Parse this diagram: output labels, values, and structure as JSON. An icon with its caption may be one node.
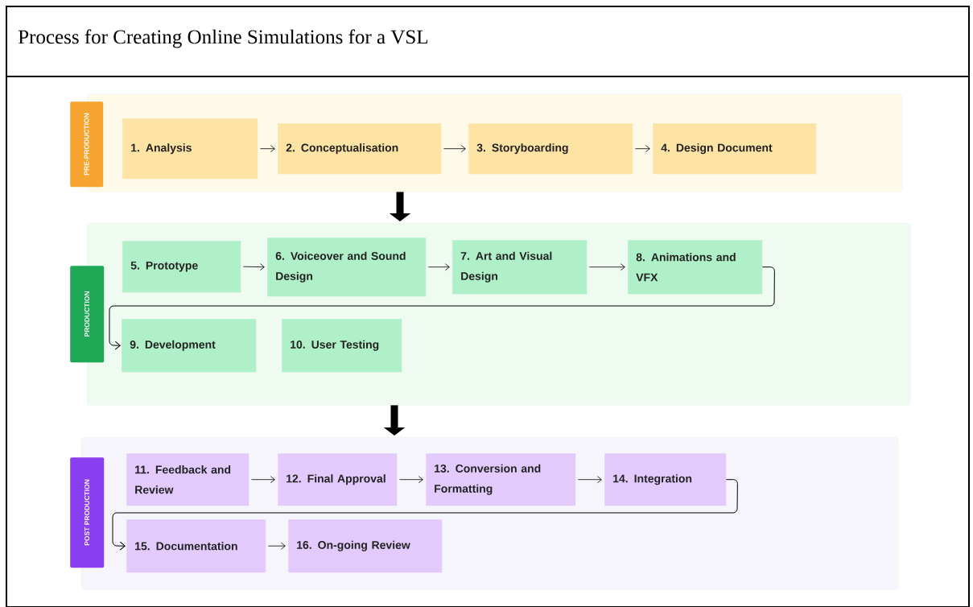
{
  "diagram": {
    "title": "Process for Creating Online Simulations for a VSL",
    "nodes": [
      {
        "text": [
          "PRE-PRODUCTION"
        ]
      },
      {
        "text": [
          "1. Analysis"
        ],
        "in": 0
      },
      {
        "text": [
          "2. Conceptualisation"
        ],
        "in": 0
      },
      {
        "text": [
          "3. Storyboarding"
        ],
        "in": 0
      },
      {
        "text": [
          "4. Design Document"
        ],
        "in": 0
      },
      {
        "text": [
          "PRODUCTION"
        ]
      },
      {
        "text": [
          "5. Prototype"
        ],
        "in": 5
      },
      {
        "text": [
          "6. Voiceover and Sound Design"
        ],
        "in": 5
      },
      {
        "text": [
          "7. Art and Visual Design"
        ],
        "in": 5
      },
      {
        "text": [
          "8. Animations and VFX"
        ],
        "in": 5
      },
      {
        "text": [
          "9. Development"
        ],
        "in": 5
      },
      {
        "text": [
          "10. User Testing"
        ],
        "in": 5
      },
      {
        "text": [
          "POST PRODUCTION"
        ]
      },
      {
        "text": [
          "11. Feedback and Review"
        ],
        "in": 12
      },
      {
        "text": [
          "12. Final Approval"
        ],
        "in": 12
      },
      {
        "text": [
          "13. Conversion and Formatting"
        ],
        "in": 12
      },
      {
        "text": [
          "14. Integration"
        ],
        "in": 12
      },
      {
        "text": [
          "15. Documentation"
        ],
        "in": 12
      },
      {
        "text": [
          "16. On-going Review"
        ],
        "in": 12
      }
    ],
    "edges": [
      {
        "from": 1,
        "to": 2,
        "arrow": "to"
      },
      {
        "from": 2,
        "to": 3,
        "arrow": "to"
      },
      {
        "from": 3,
        "to": 4,
        "arrow": "to"
      },
      {
        "from": 0,
        "to": 5,
        "arrow": "to",
        "style": "thick"
      },
      {
        "from": 6,
        "to": 7,
        "arrow": "to"
      },
      {
        "from": 7,
        "to": 8,
        "arrow": "to"
      },
      {
        "from": 8,
        "to": 9,
        "arrow": "to"
      },
      {
        "from": 9,
        "to": 10,
        "arrow": "to"
      },
      {
        "from": 5,
        "to": 12,
        "arrow": "to",
        "style": "thick"
      },
      {
        "from": 13,
        "to": 14,
        "arrow": "to"
      },
      {
        "from": 14,
        "to": 15,
        "arrow": "to"
      },
      {
        "from": 15,
        "to": 16,
        "arrow": "to"
      },
      {
        "from": 16,
        "to": 17,
        "arrow": "to"
      },
      {
        "from": 17,
        "to": 18,
        "arrow": "to"
      }
    ]
  }
}
